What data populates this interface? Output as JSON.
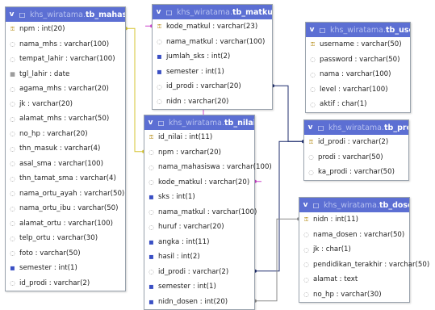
{
  "database": "khs_wiratama",
  "colors": {
    "header": "#5c6fd3",
    "link_magenta": "#cc44cc",
    "link_yellow": "#d6c431",
    "link_navy": "#1f2e6e",
    "link_grey": "#8a8a8a"
  },
  "icon_legend": {
    "key": "key-icon",
    "text": "text-column-icon",
    "numeric": "numeric-column-icon",
    "date": "calendar-icon"
  },
  "header_controls": [
    "v",
    "□"
  ],
  "tables": {
    "tb_mahasiswa": {
      "db": "khs_wiratama.",
      "name": "tb_mahasiswa",
      "columns": [
        {
          "label": "npm : int(20)",
          "icon": "key"
        },
        {
          "label": "nama_mhs : varchar(100)",
          "icon": "text"
        },
        {
          "label": "tempat_lahir : varchar(100)",
          "icon": "text"
        },
        {
          "label": "tgl_lahir : date",
          "icon": "date"
        },
        {
          "label": "agama_mhs : varchar(20)",
          "icon": "text"
        },
        {
          "label": "jk : varchar(20)",
          "icon": "text"
        },
        {
          "label": "alamat_mhs : varchar(50)",
          "icon": "text"
        },
        {
          "label": "no_hp : varchar(20)",
          "icon": "text"
        },
        {
          "label": "thn_masuk : varchar(4)",
          "icon": "text"
        },
        {
          "label": "asal_sma : varchar(100)",
          "icon": "text"
        },
        {
          "label": "thn_tamat_sma : varchar(4)",
          "icon": "text"
        },
        {
          "label": "nama_ortu_ayah : varchar(50)",
          "icon": "text"
        },
        {
          "label": "nama_ortu_ibu : varchar(50)",
          "icon": "text"
        },
        {
          "label": "alamat_ortu : varchar(100)",
          "icon": "text"
        },
        {
          "label": "telp_ortu : varchar(30)",
          "icon": "text"
        },
        {
          "label": "foto : varchar(50)",
          "icon": "text"
        },
        {
          "label": "semester : int(1)",
          "icon": "numeric"
        },
        {
          "label": "id_prodi : varchar(2)",
          "icon": "text"
        }
      ]
    },
    "tb_matkul": {
      "db": "khs_wiratama.",
      "name": "tb_matkul",
      "columns": [
        {
          "label": "kode_matkul : varchar(23)",
          "icon": "key"
        },
        {
          "label": "nama_matkul : varchar(100)",
          "icon": "text"
        },
        {
          "label": "jumlah_sks : int(2)",
          "icon": "numeric"
        },
        {
          "label": "semester : int(1)",
          "icon": "numeric"
        },
        {
          "label": "id_prodi : varchar(20)",
          "icon": "text"
        },
        {
          "label": "nidn : varchar(20)",
          "icon": "text"
        }
      ]
    },
    "tb_user": {
      "db": "khs_wiratama.",
      "name": "tb_user",
      "columns": [
        {
          "label": "username : varchar(50)",
          "icon": "key"
        },
        {
          "label": "password : varchar(50)",
          "icon": "text"
        },
        {
          "label": "nama : varchar(100)",
          "icon": "text"
        },
        {
          "label": "level : varchar(100)",
          "icon": "text"
        },
        {
          "label": "aktif : char(1)",
          "icon": "text"
        }
      ]
    },
    "tb_prodi": {
      "db": "khs_wiratama.",
      "name": "tb_prodi",
      "columns": [
        {
          "label": "id_prodi : varchar(2)",
          "icon": "key"
        },
        {
          "label": "prodi : varchar(50)",
          "icon": "text"
        },
        {
          "label": "ka_prodi : varchar(50)",
          "icon": "text"
        }
      ]
    },
    "tb_nilai": {
      "db": "khs_wiratama.",
      "name": "tb_nilai",
      "columns": [
        {
          "label": "id_nilai : int(11)",
          "icon": "key"
        },
        {
          "label": "npm : varchar(20)",
          "icon": "text"
        },
        {
          "label": "nama_mahasiswa : varchar(100)",
          "icon": "text"
        },
        {
          "label": "kode_matkul : varchar(20)",
          "icon": "text"
        },
        {
          "label": "sks : int(1)",
          "icon": "numeric"
        },
        {
          "label": "nama_matkul : varchar(100)",
          "icon": "text"
        },
        {
          "label": "huruf : varchar(20)",
          "icon": "text"
        },
        {
          "label": "angka : int(11)",
          "icon": "numeric"
        },
        {
          "label": "hasil : int(2)",
          "icon": "numeric"
        },
        {
          "label": "id_prodi : varchar(2)",
          "icon": "text"
        },
        {
          "label": "semester : int(1)",
          "icon": "numeric"
        },
        {
          "label": "nidn_dosen : int(20)",
          "icon": "numeric"
        }
      ]
    },
    "tb_dosen": {
      "db": "khs_wiratama.",
      "name": "tb_dosen",
      "columns": [
        {
          "label": "nidn : int(11)",
          "icon": "key"
        },
        {
          "label": "nama_dosen : varchar(50)",
          "icon": "text"
        },
        {
          "label": "jk : char(1)",
          "icon": "text"
        },
        {
          "label": "pendidikan_terakhir : varchar(50)",
          "icon": "text"
        },
        {
          "label": "alamat : text",
          "icon": "text"
        },
        {
          "label": "no_hp : varchar(30)",
          "icon": "text"
        }
      ]
    }
  },
  "relations": [
    {
      "from": "tb_mahasiswa.npm",
      "to": "tb_nilai.npm",
      "color": "link_yellow"
    },
    {
      "from": "tb_matkul.kode_matkul",
      "to": "tb_nilai.kode_matkul",
      "color": "link_magenta"
    },
    {
      "from": "tb_prodi.id_prodi",
      "to": "tb_nilai.id_prodi",
      "color": "link_navy"
    },
    {
      "from": "tb_prodi.id_prodi",
      "to": "tb_matkul.id_prodi",
      "color": "link_navy"
    },
    {
      "from": "tb_dosen.nidn",
      "to": "tb_nilai.nidn_dosen",
      "color": "link_grey"
    }
  ]
}
